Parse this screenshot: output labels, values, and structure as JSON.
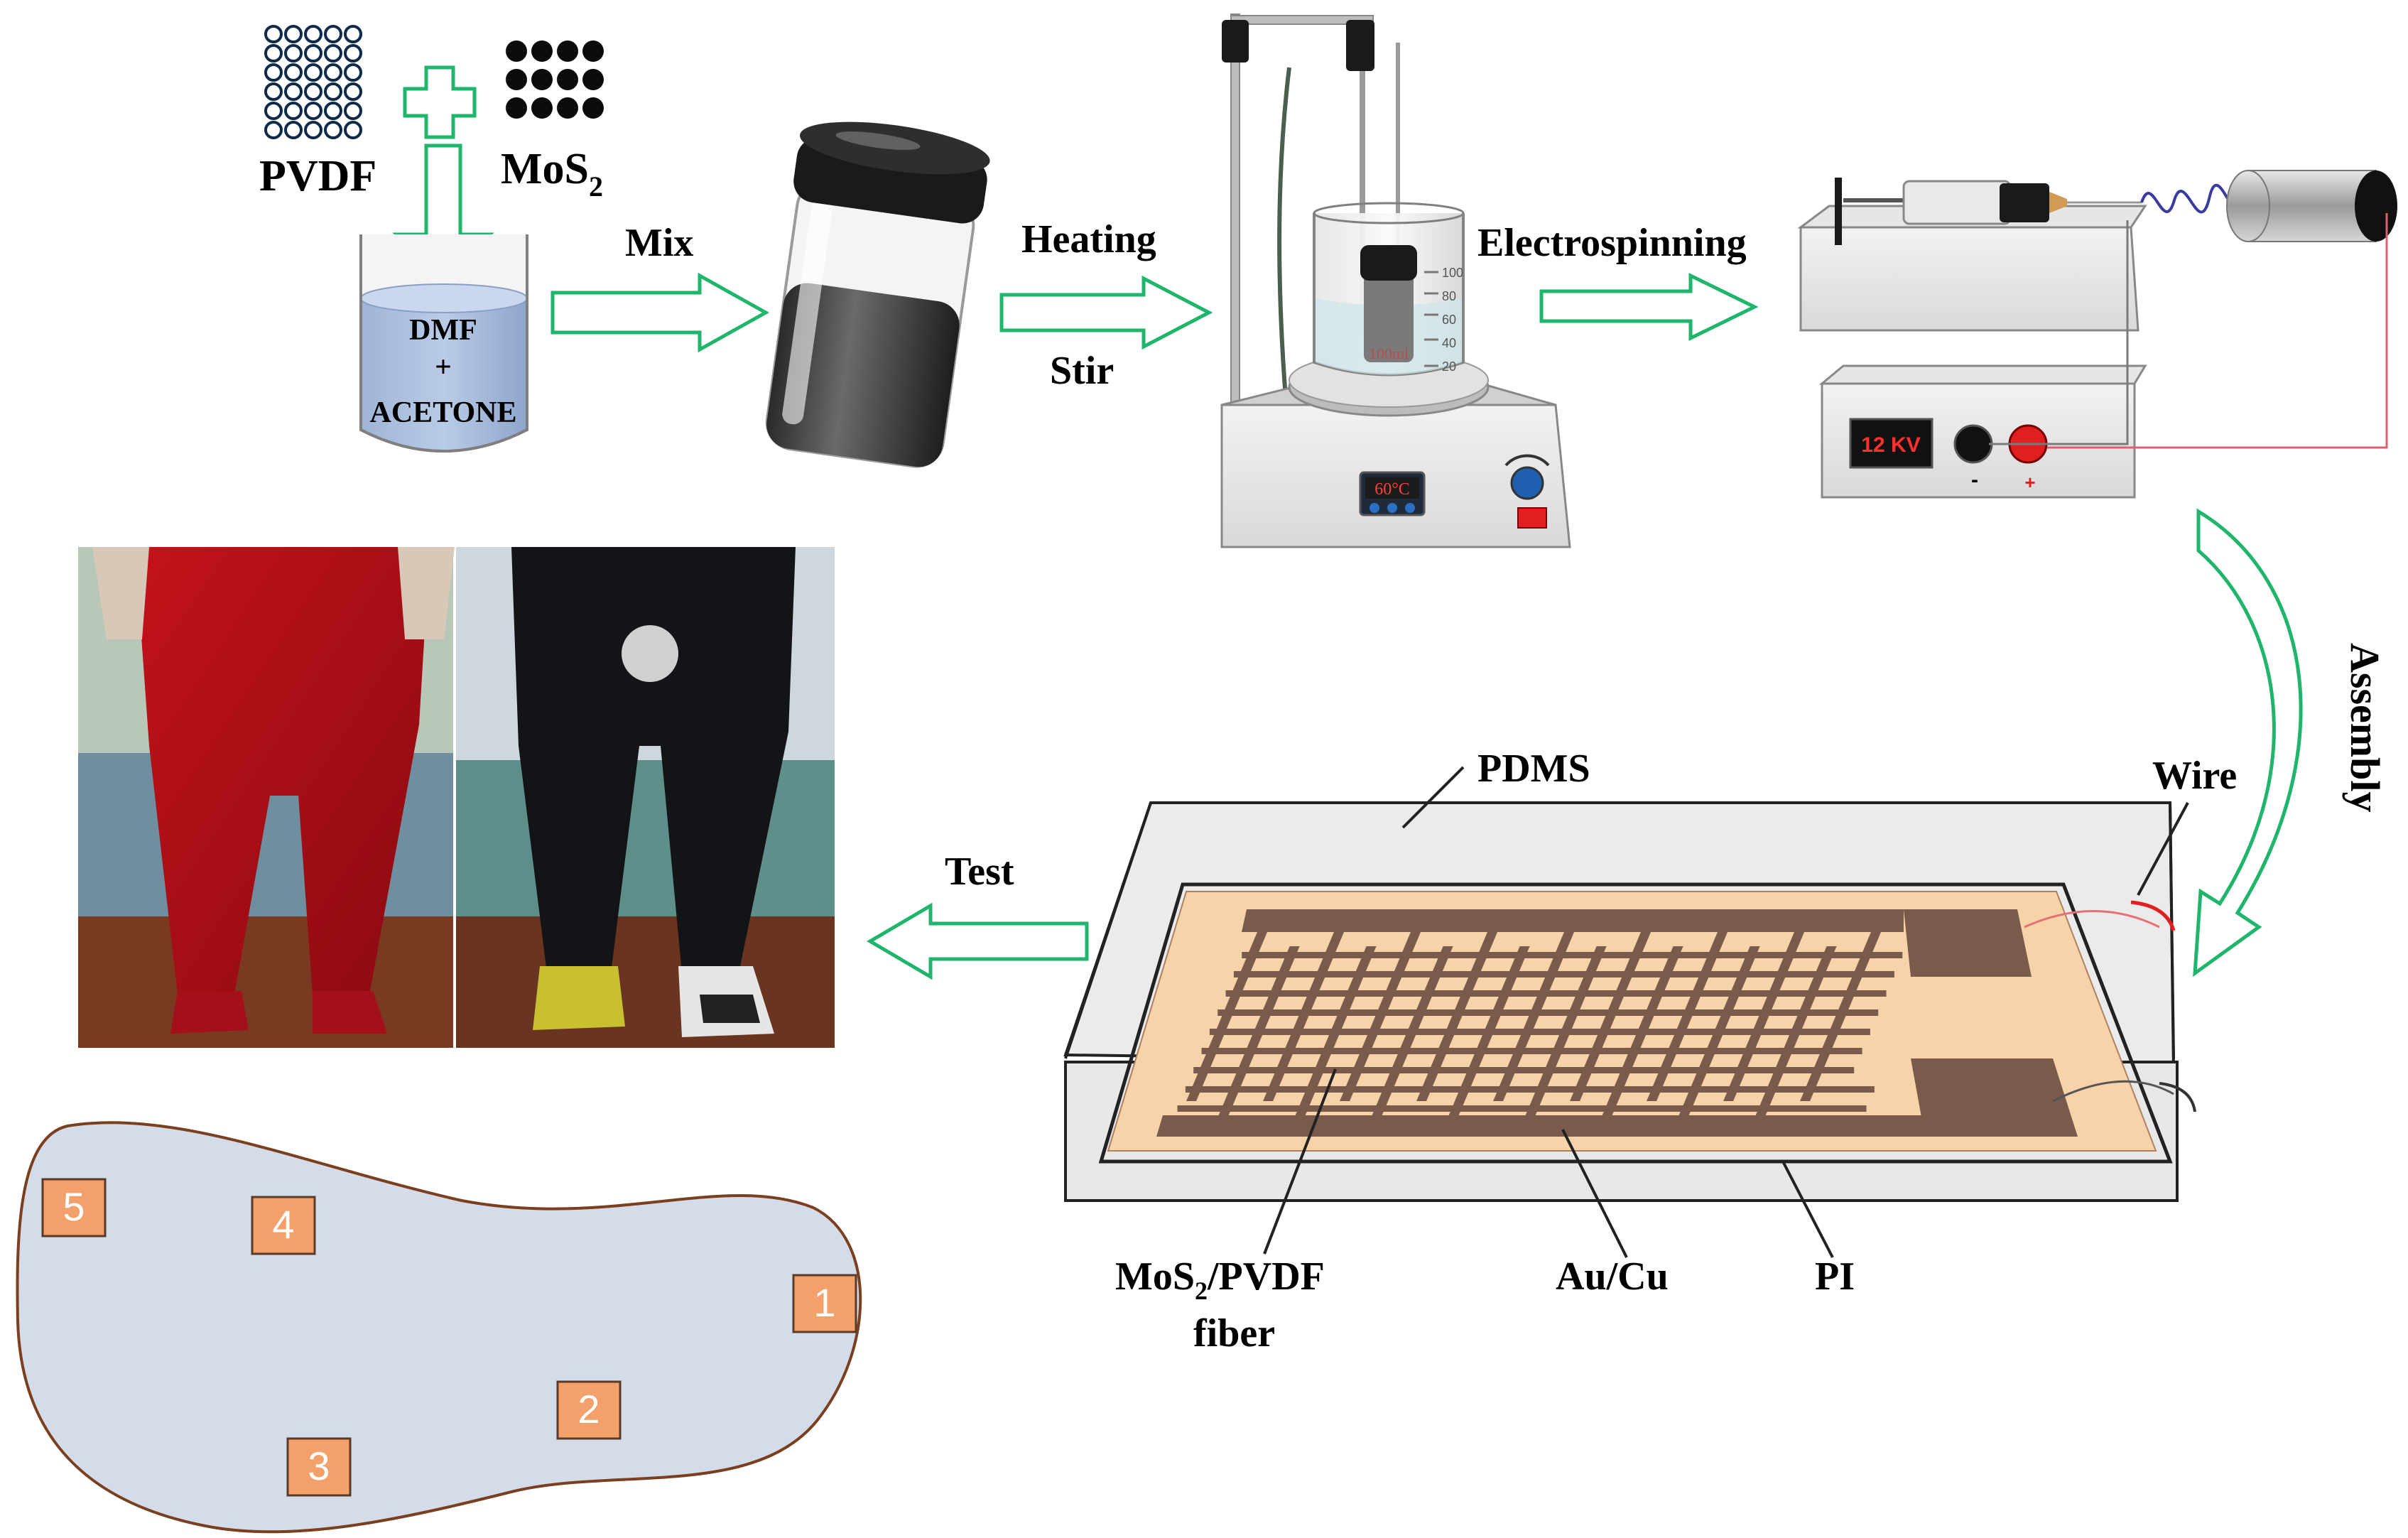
{
  "materials": {
    "pvdf": "PVDF",
    "mos2": "MoS",
    "mos2_sub": "2",
    "solvent_line1": "DMF",
    "solvent_line2": "+",
    "solvent_line3": "ACETONE"
  },
  "steps": {
    "mix": "Mix",
    "heating": "Heating",
    "stir": "Stir",
    "electrospinning": "Electrospinning",
    "assembly": "Assembly",
    "test": "Test"
  },
  "instruments": {
    "hotplate_display": "60°C",
    "beaker_volume": "100ml",
    "beaker_ticks": [
      "100",
      "80",
      "60",
      "40",
      "20"
    ],
    "power_display": "12 KV",
    "power_minus": "-",
    "power_plus": "+"
  },
  "device": {
    "pdms": "PDMS",
    "wire": "Wire",
    "fiber_line1_a": "MoS",
    "fiber_line1_sub": "2",
    "fiber_line1_b": "/PVDF",
    "fiber_line2": "fiber",
    "electrode": "Au/Cu",
    "substrate": "PI"
  },
  "sensor_points": [
    "1",
    "2",
    "3",
    "4",
    "5"
  ],
  "colors": {
    "arrow_green": "#1fb56a",
    "electrode_brown": "#7a5a4a",
    "pi_tan": "#f6d3a8",
    "insole_blue": "#d3dce8",
    "sensor_orange": "#f4a06a",
    "wire_red": "#e02020"
  }
}
